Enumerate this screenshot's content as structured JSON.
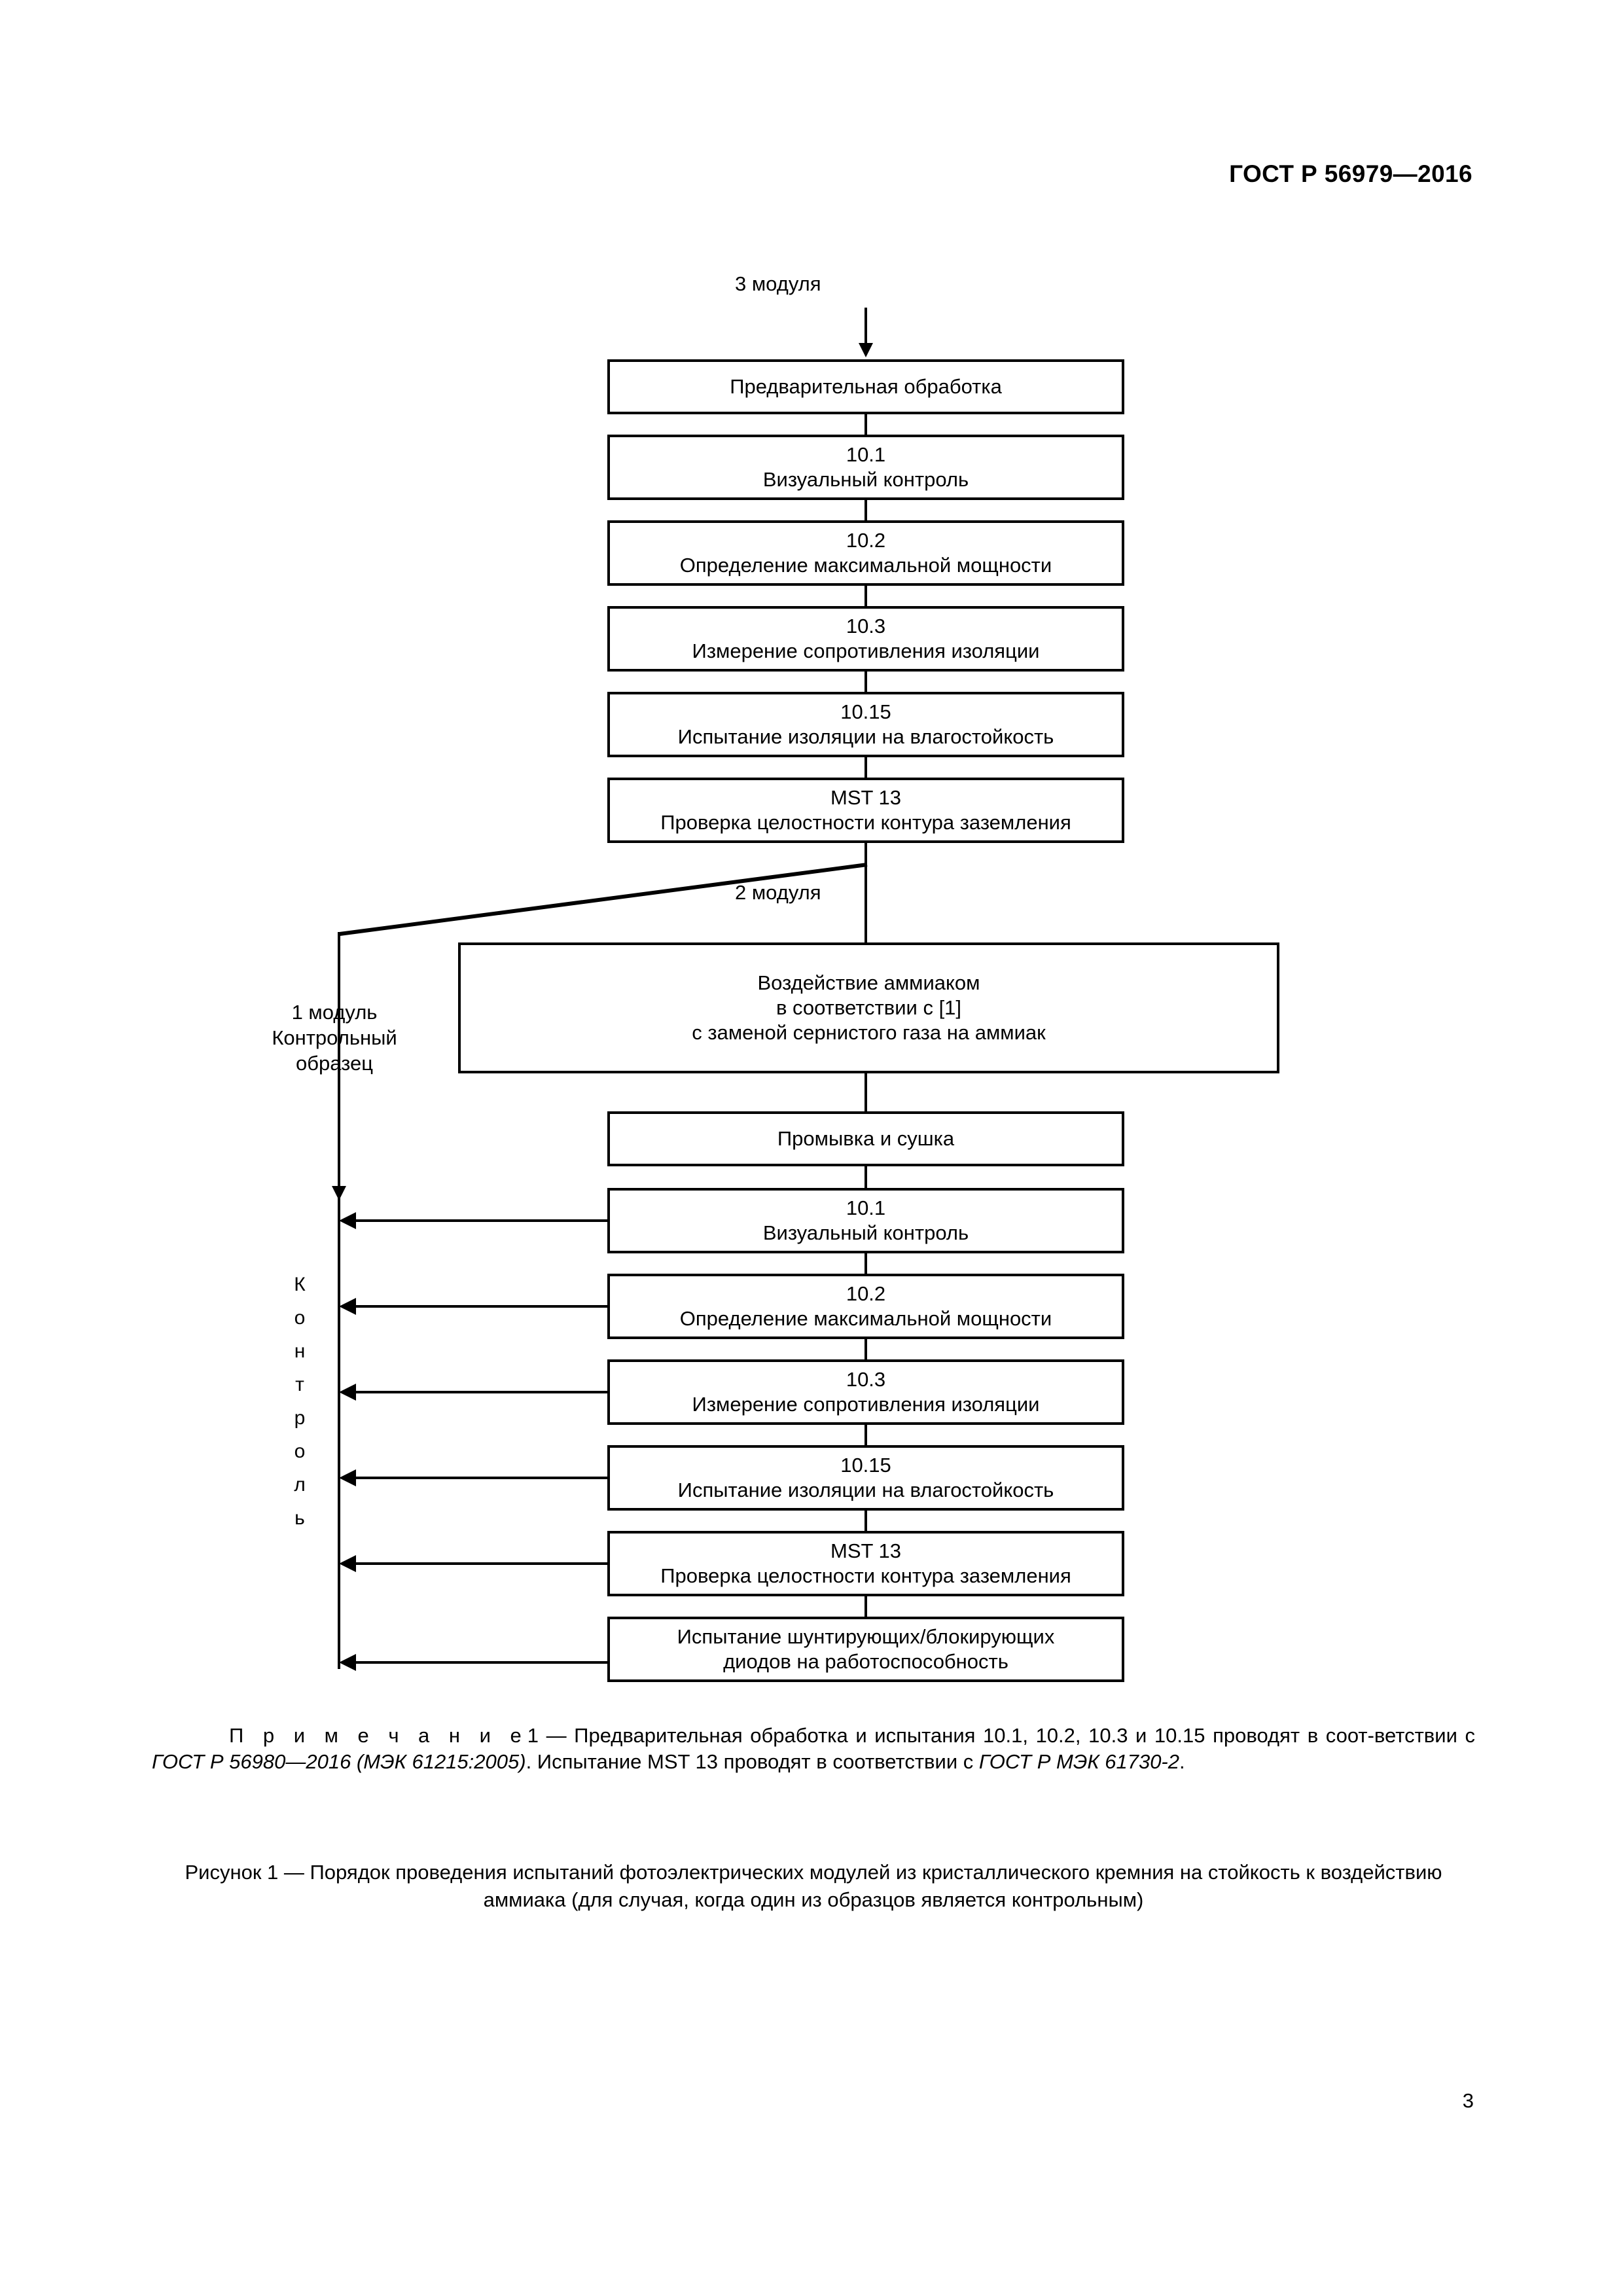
{
  "header": {
    "standard": "ГОСТ Р 56979—2016"
  },
  "page_number": "3",
  "figure": {
    "entry_label": "3 модуля",
    "branch_two_label": "2 модуля",
    "control_sample_label": {
      "line1": "1 модуль",
      "line2": "Контрольный",
      "line3": "образец"
    },
    "control_axis_label": "Контроль",
    "control_axis_letters": [
      "К",
      "о",
      "н",
      "т",
      "р",
      "о",
      "л",
      "ь"
    ],
    "boxes": {
      "pretreatment": {
        "title": "Предварительная обработка"
      },
      "visual_1": {
        "code": "10.1",
        "title": "Визуальный контроль"
      },
      "power_1": {
        "code": "10.2",
        "title": "Определение максимальной мощности"
      },
      "insulation_1": {
        "code": "10.3",
        "title": "Измерение сопротивления изоляции"
      },
      "wet_leakage_1": {
        "code": "10.15",
        "title": "Испытание изоляции на влагостойкость"
      },
      "ground_1": {
        "code": "MST 13",
        "title": "Проверка целостности контура заземления"
      },
      "ammonia": {
        "line1": "Воздействие аммиаком",
        "line2": "в соответствии с [1]",
        "line3": "с заменой сернистого газа на аммиак"
      },
      "wash_dry": {
        "title": "Промывка и сушка"
      },
      "visual_2": {
        "code": "10.1",
        "title": "Визуальный контроль"
      },
      "power_2": {
        "code": "10.2",
        "title": "Определение максимальной мощности"
      },
      "insulation_2": {
        "code": "10.3",
        "title": "Измерение сопротивления изоляции"
      },
      "wet_leakage_2": {
        "code": "10.15",
        "title": "Испытание изоляции на влагостойкость"
      },
      "ground_2": {
        "code": "MST 13",
        "title": "Проверка целостности контура заземления"
      },
      "diodes": {
        "line1": "Испытание шунтирующих/блокирующих",
        "line2": "диодов на работоспособность"
      }
    }
  },
  "note": {
    "label": "П р и м е ч а н и е",
    "number": "1",
    "dash": "—",
    "text_a": "Предварительная обработка и испытания 10.1, 10.2, 10.3 и 10.15 проводят в соот-ветствии с ",
    "ref_a": "ГОСТ Р 56980—2016 (МЭК 61215:2005)",
    "text_b": ". Испытание MST 13 проводят в соответствии с ",
    "ref_b": "ГОСТ Р МЭК 61730-2",
    "text_c": "."
  },
  "caption": {
    "label": "Рисунок 1",
    "dash": "—",
    "text": "Порядок проведения испытаний фотоэлектрических модулей из кристаллического кремния на стойкость к воздействию аммиака (для случая, когда один из образцов является контрольным)"
  }
}
